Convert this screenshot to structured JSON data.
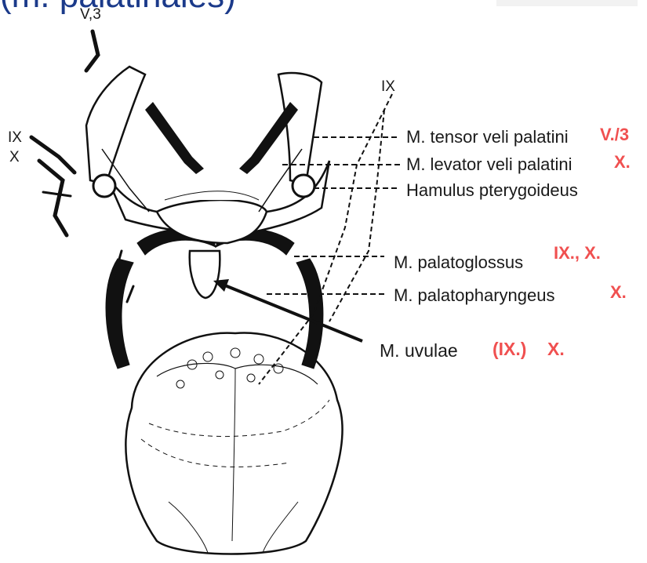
{
  "header": {
    "title": "(m. palatinales)"
  },
  "nerve_labels": {
    "top": "V,3",
    "ix_right": "IX",
    "ix_left": "IX",
    "x_left": "X"
  },
  "muscles": [
    {
      "name": "M. tensor veli palatini",
      "innervation": "V./3"
    },
    {
      "name": "M. levator veli palatini",
      "innervation": "X."
    },
    {
      "name": "Hamulus pterygoideus",
      "innervation": ""
    },
    {
      "name": "M. palatoglossus",
      "innervation": "IX., X."
    },
    {
      "name": "M. palatopharyngeus",
      "innervation": "X."
    }
  ],
  "uvulae": {
    "name": "M. uvulae",
    "innervation_a": "(IX.)",
    "innervation_b": "X."
  },
  "colors": {
    "accent_red": "#f05050",
    "title_blue": "#1b3a8a",
    "ink": "#111111"
  }
}
